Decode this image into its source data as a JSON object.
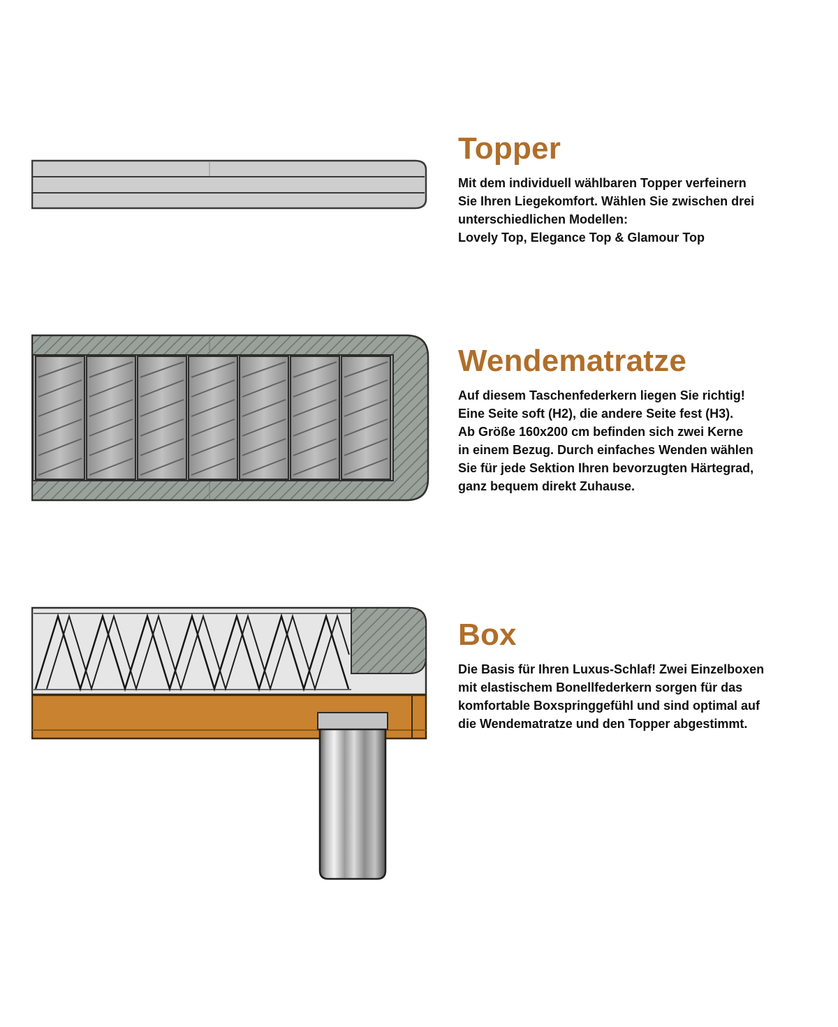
{
  "page": {
    "background": "#ffffff",
    "accent_color": "#b06e2a",
    "text_color": "#101010"
  },
  "colors": {
    "topper_foam": "#cecece",
    "mattress_cover_hatch": "#9aa09a",
    "spring_gray": "#aeaeae",
    "box_fill": "#e6e6e6",
    "wood": "#c9822f",
    "leg_metal": "#bdbdbd",
    "outline": "#2f2f2f"
  },
  "illustrations": {
    "topper": "topper-cross-section-diagram",
    "wendematratze": "pocket-spring-mattress-cross-section-diagram",
    "box": "bonell-spring-box-with-metal-leg-diagram"
  },
  "sections": [
    {
      "id": "topper",
      "title": "Topper",
      "description": "Mit dem individuell wählbaren Topper verfeinern\nSie Ihren Liegekomfort. Wählen Sie zwischen drei\nunterschiedlichen Modellen:\nLovely Top, Elegance Top & Glamour Top"
    },
    {
      "id": "wendematratze",
      "title": "Wendematratze",
      "description": "Auf diesem Taschenfederkern liegen Sie richtig!\nEine Seite soft (H2), die andere Seite fest (H3).\nAb Größe 160x200 cm befinden sich zwei Kerne\nin einem Bezug. Durch einfaches Wenden wählen\nSie für jede Sektion Ihren bevorzugten Härtegrad,\nganz bequem direkt Zuhause."
    },
    {
      "id": "box",
      "title": "Box",
      "description": "Die Basis für Ihren Luxus-Schlaf! Zwei Einzelboxen\nmit elastischem Bonellfederkern sorgen für das\nkomfortable Boxspringgefühl und sind optimal auf\ndie Wendematratze und den Topper abgestimmt."
    }
  ]
}
